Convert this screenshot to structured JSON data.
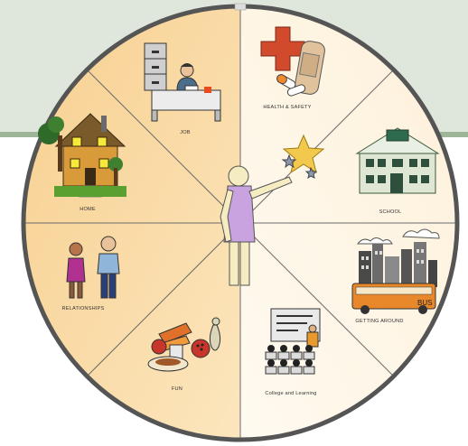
{
  "colors": {
    "panel": "#dfe7dc",
    "panel_shadow": "#9fb59a",
    "rim": "#555555",
    "left_segment": "#f9d9a1",
    "left_segment_alt": "#fbe3b8",
    "right_segment": "#fdf2de",
    "right_segment_alt": "#fef7ea"
  },
  "segments": [
    {
      "id": "job",
      "label": "JOB",
      "icon": "office-worker-desk-icon"
    },
    {
      "id": "health",
      "label": "HEALTH & SAFETY",
      "icon": "first-aid-cross-bandage-icon"
    },
    {
      "id": "school",
      "label": "SCHOOL",
      "icon": "school-building-icon"
    },
    {
      "id": "getting-around",
      "label": "GETTING AROUND",
      "icon": "city-bus-icon"
    },
    {
      "id": "college",
      "label": "College and Learning",
      "icon": "lecture-classroom-icon"
    },
    {
      "id": "fun",
      "label": "FUN",
      "icon": "food-bowling-icon"
    },
    {
      "id": "relationships",
      "label": "RELATIONSHIPS",
      "icon": "couple-people-icon"
    },
    {
      "id": "home",
      "label": "HOME",
      "icon": "house-icon"
    }
  ],
  "center": {
    "icon": "person-reaching-star-icon"
  }
}
